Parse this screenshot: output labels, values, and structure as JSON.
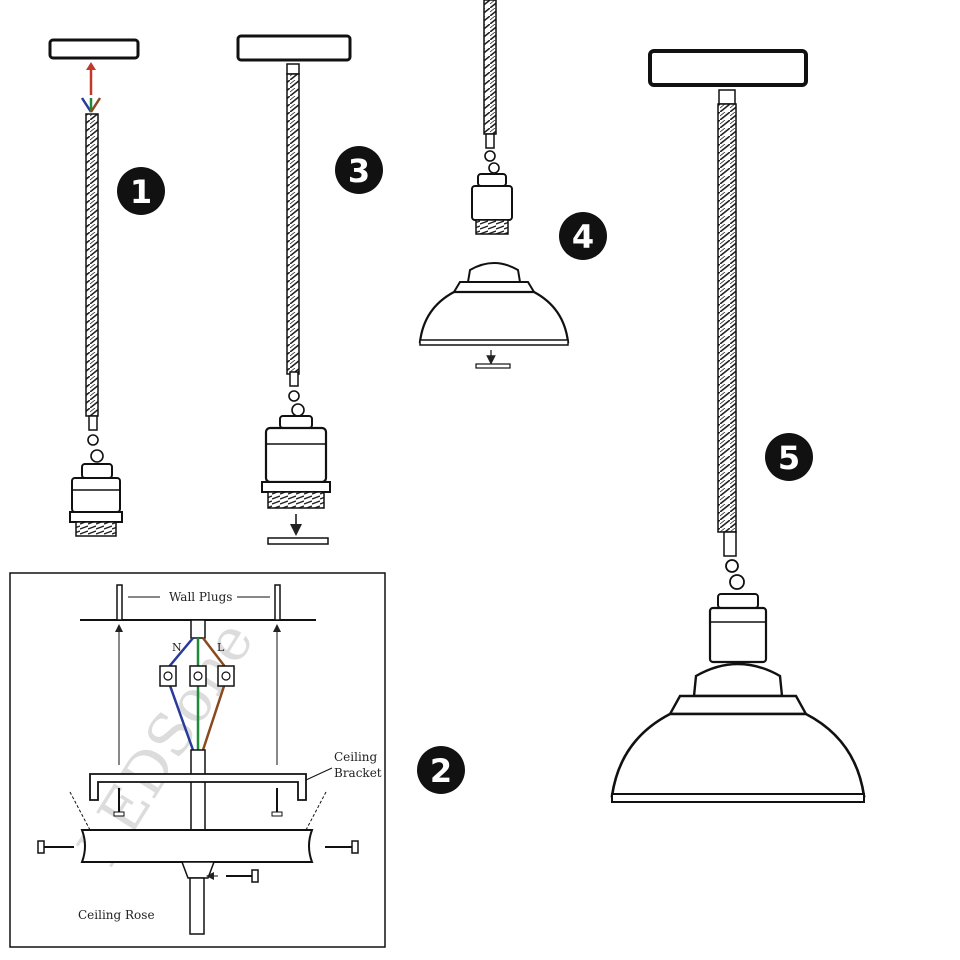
{
  "steps": [
    "1",
    "2",
    "3",
    "4",
    "5"
  ],
  "wiring_diagram": {
    "wall_plugs_label": "Wall Plugs",
    "neutral_label": "N",
    "live_label": "L",
    "ceiling_bracket_label_line1": "Ceiling",
    "ceiling_bracket_label_line2": "Bracket",
    "ceiling_rose_label": "Ceiling Rose",
    "watermark": "LEDSone"
  },
  "colors": {
    "line": "#1a1a1a",
    "neutral_wire": "#2a3a9a",
    "earth_wire": "#1f8a3a",
    "live_wire": "#8a4a1f",
    "arrow_up": "#c0392b",
    "badge": "#111111"
  }
}
